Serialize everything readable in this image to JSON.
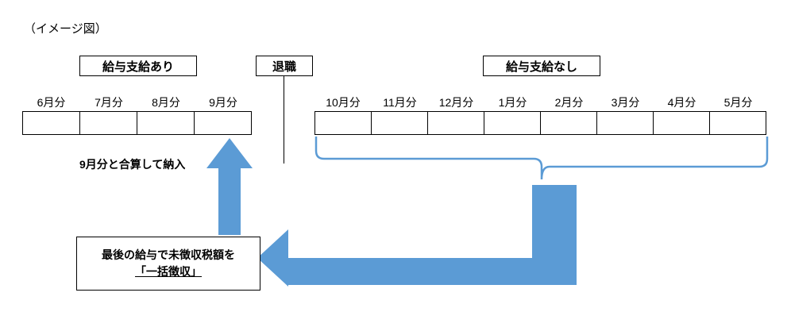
{
  "caption": "（イメージ図）",
  "headers": {
    "paid": "給与支給あり",
    "retire": "退職",
    "unpaid": "給与支給なし"
  },
  "left_months": [
    "6月分",
    "7月分",
    "8月分",
    "9月分"
  ],
  "right_months": [
    "10月分",
    "11月分",
    "12月分",
    "1月分",
    "2月分",
    "3月分",
    "4月分",
    "5月分"
  ],
  "note": "9月分と合算して納入",
  "bottom_box": {
    "line1": "最後の給与で未徴収税額を",
    "line2": "「一括徴収」"
  },
  "colors": {
    "arrow": "#5B9BD5",
    "brace": "#5B9BD5",
    "line": "#000000",
    "background": "#FFFFFF"
  }
}
